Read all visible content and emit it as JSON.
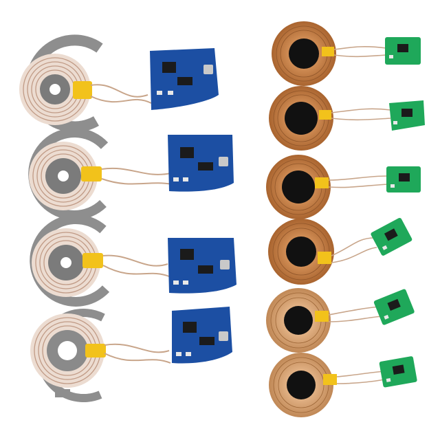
{
  "scene": {
    "background": "#ffffff",
    "colors": {
      "tx_ring": "#8e8e8e",
      "tx_ring_edge": "#6f6f6f",
      "tx_coil": "#e9d8cd",
      "tx_coil_line": "#b98f79",
      "tx_core": "#7b7b7b",
      "rx_copper": "#c7834f",
      "rx_copper_dark": "#8f5529",
      "rx_core": "#111111",
      "kapton": "#f2c21b",
      "wire": "#c8a58a",
      "pcb_blue": "#1c4fa3",
      "pcb_blue_dark": "#123a7d",
      "pcb_green": "#1fa85a",
      "pcb_green_dark": "#157a41",
      "chip": "#1b1b1b",
      "usb": "#c9c9c9"
    }
  },
  "transmitter_modules": [
    {
      "id": "tx-1",
      "board_label": ""
    },
    {
      "id": "tx-2",
      "board_label": ""
    },
    {
      "id": "tx-3",
      "board_label": ""
    },
    {
      "id": "tx-4",
      "board_label": ""
    }
  ],
  "receiver_modules": [
    {
      "id": "rx-1",
      "board_label": ""
    },
    {
      "id": "rx-2",
      "board_label": ""
    },
    {
      "id": "rx-3",
      "board_label": ""
    },
    {
      "id": "rx-4",
      "board_label": ""
    },
    {
      "id": "rx-5",
      "board_label": ""
    },
    {
      "id": "rx-6",
      "board_label": ""
    }
  ]
}
